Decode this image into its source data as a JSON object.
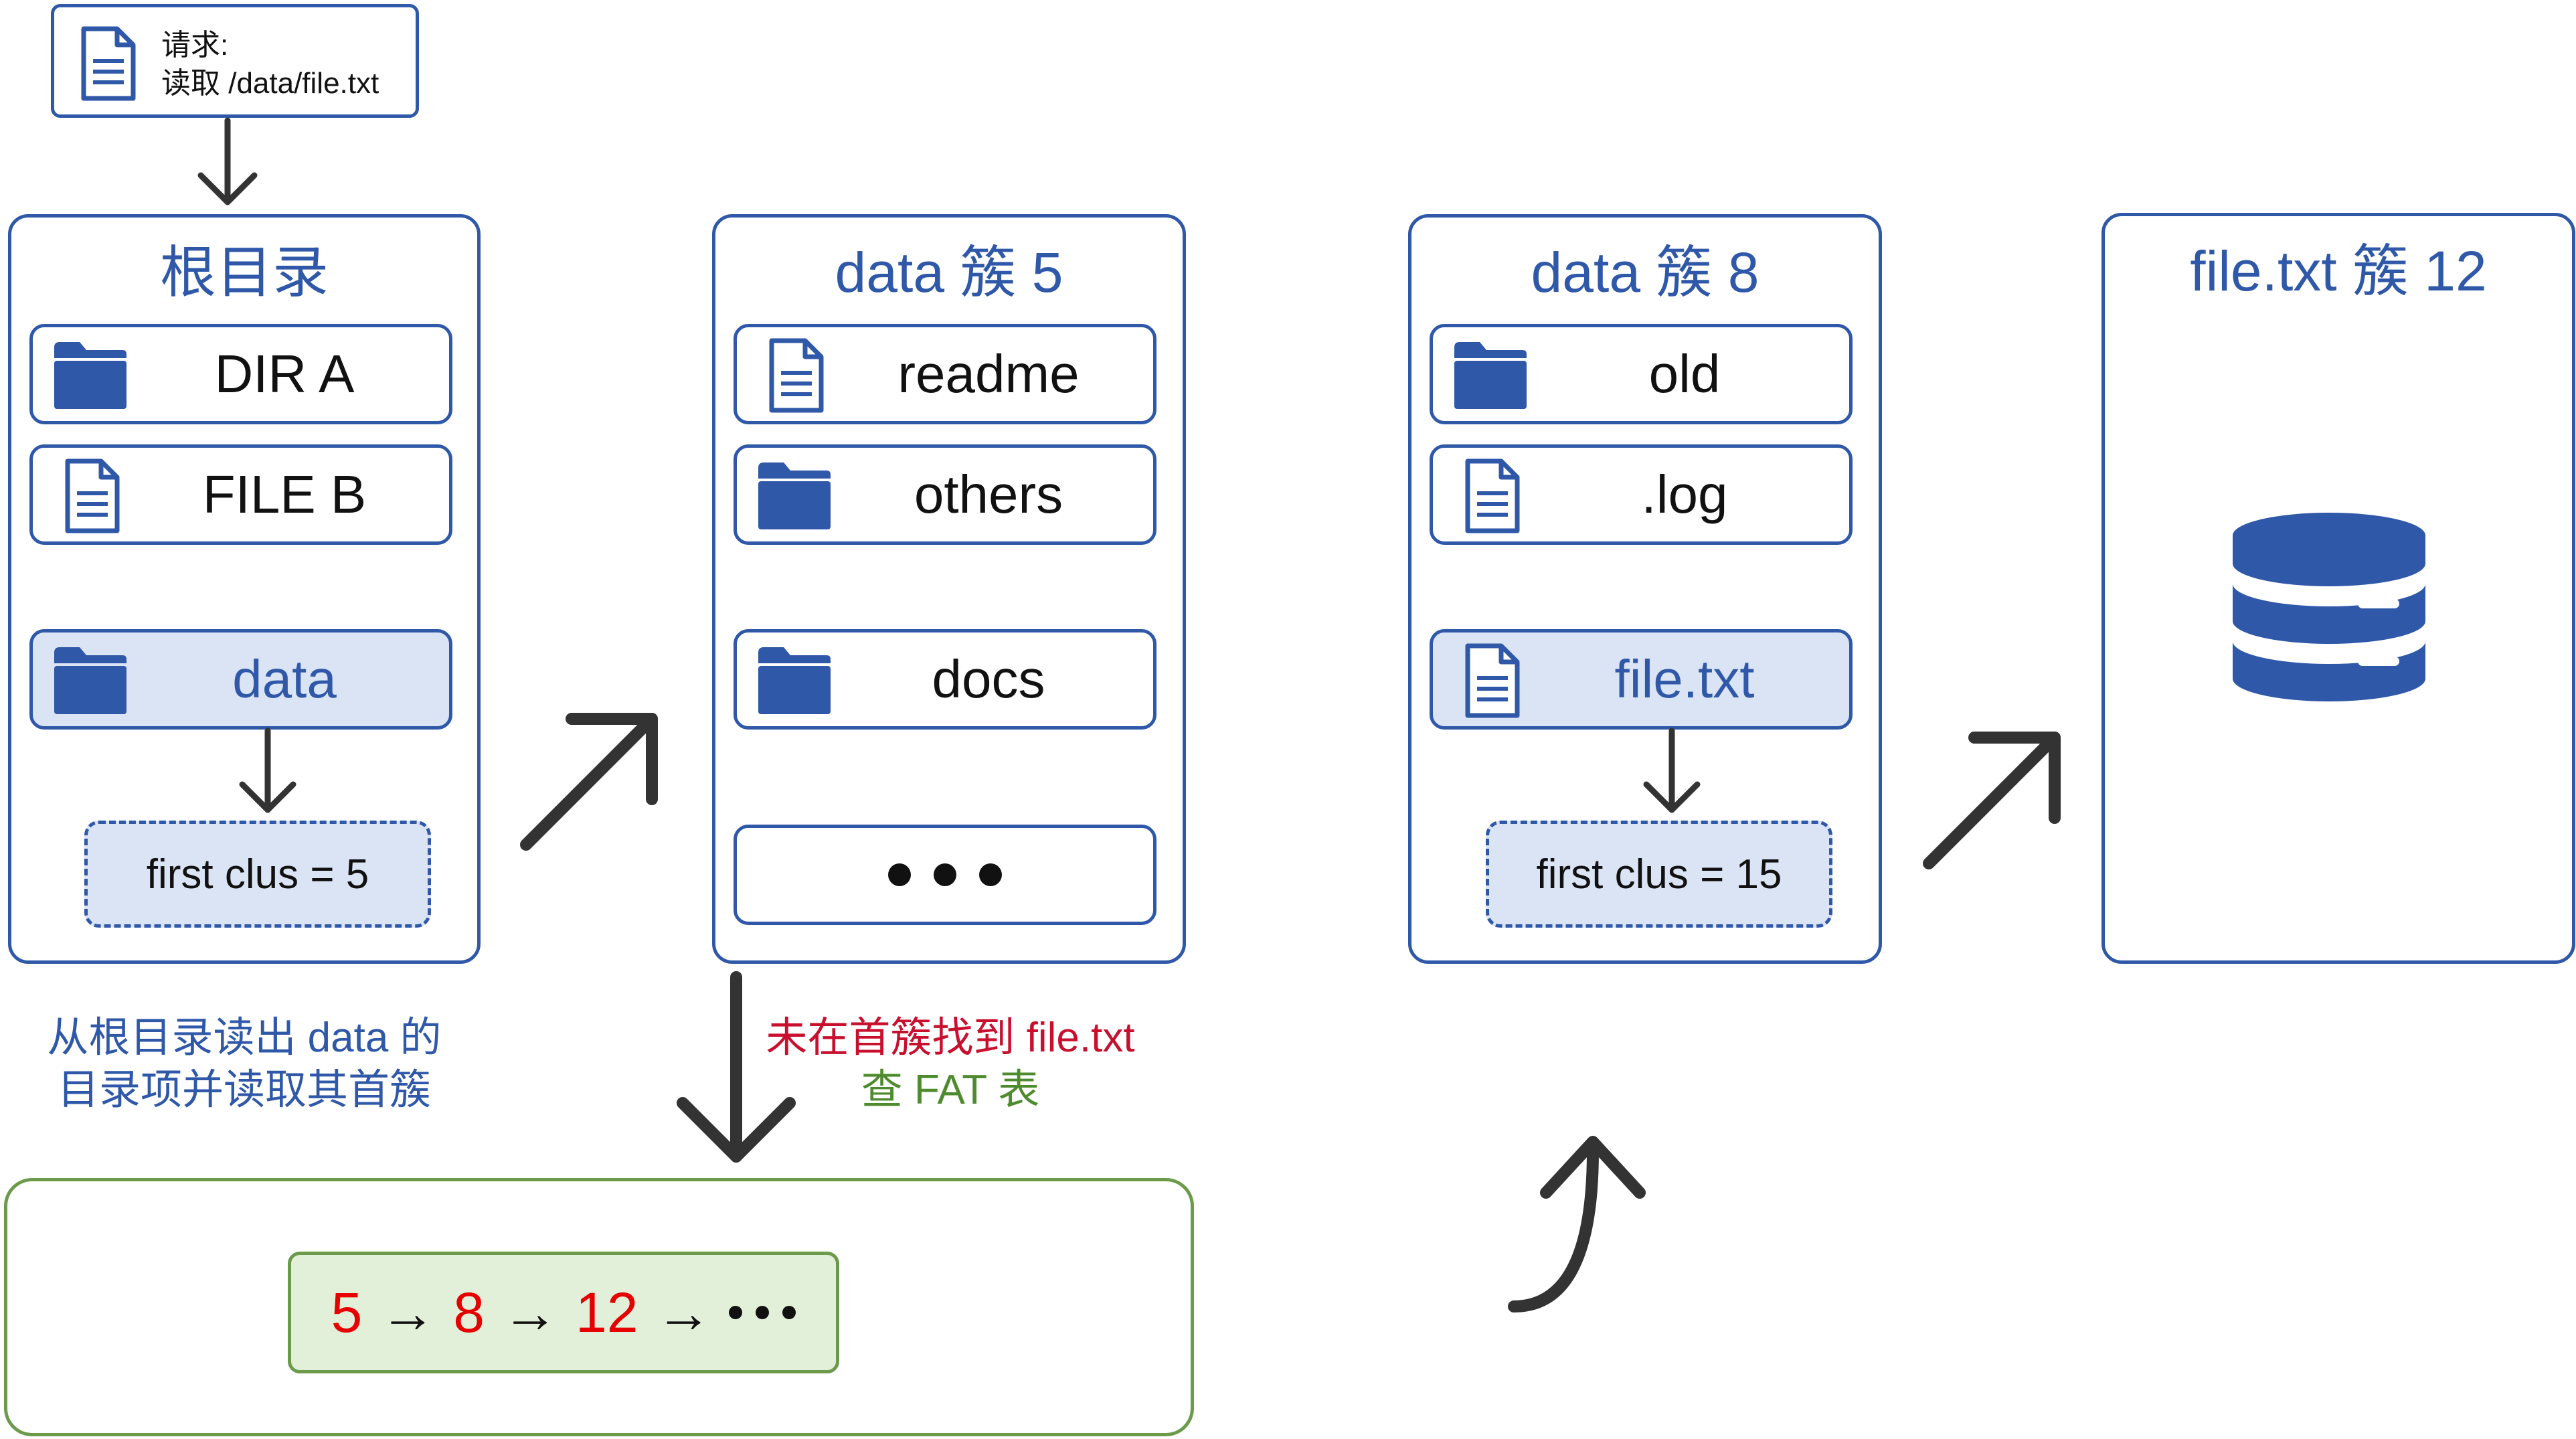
{
  "request": {
    "line1": "请求:",
    "line2": "读取 /data/file.txt"
  },
  "root": {
    "title": "根目录",
    "entries": [
      {
        "label": "DIR A",
        "icon": "folder-icon"
      },
      {
        "label": "FILE B",
        "icon": "file-icon"
      },
      {
        "label": "data",
        "icon": "folder-icon"
      }
    ],
    "first_clus": "first clus = 5"
  },
  "data5": {
    "title": "data 簇 5",
    "entries": [
      {
        "label": "readme",
        "icon": "file-icon"
      },
      {
        "label": "others",
        "icon": "folder-icon"
      },
      {
        "label": "docs",
        "icon": "folder-icon"
      }
    ]
  },
  "data8": {
    "title": "data 簇 8",
    "entries": [
      {
        "label": "old",
        "icon": "folder-icon"
      },
      {
        "label": ".log",
        "icon": "file-icon"
      },
      {
        "label": "file.txt",
        "icon": "file-icon"
      }
    ],
    "first_clus": "first clus = 15"
  },
  "file12": {
    "title": "file.txt 簇 12",
    "icon": "database-icon"
  },
  "captions": {
    "root_line1": "从根目录读出 data 的",
    "root_line2": "目录项并读取其首簇",
    "fat_line1": "未在首簇找到 file.txt",
    "fat_line2": "查 FAT 表"
  },
  "fat_chain": {
    "values": [
      "5",
      "8",
      "12"
    ],
    "separator": "→"
  },
  "colors": {
    "primary_blue": "#2f58a8",
    "highlight_blue": "#dbe4f5",
    "green": "#6a9a4a",
    "green_fill": "#e3f0d9",
    "green_text": "#4e8a2e",
    "red": "#e60000",
    "caption_red": "#c8102e"
  }
}
